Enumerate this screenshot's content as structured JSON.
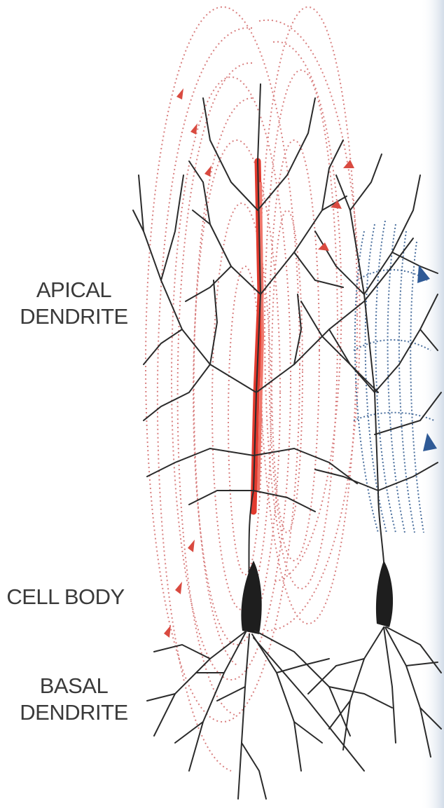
{
  "labels": {
    "apical": [
      "APICAL",
      "DENDRITE"
    ],
    "cell_body": "CELL BODY",
    "basal": [
      "BASAL",
      "DENDRITE"
    ]
  },
  "colors": {
    "background": "#ffffff",
    "dendrite": "#2b2b2b",
    "field_red": "#d98080",
    "field_blue": "#4a6f9e",
    "current_red": "#e23a2e",
    "label_text": "#3a3a3a"
  },
  "icons": [
    "red-field-arrow-icon",
    "blue-field-arrow-icon"
  ]
}
